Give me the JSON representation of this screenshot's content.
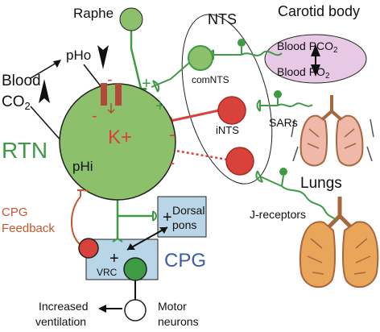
{
  "labels": {
    "raphe": "Raphe",
    "nts": "NTS",
    "carotid_body": "Carotid body",
    "blood_pco2_prefix": "Blood PCO",
    "blood_po2_prefix": "Blood PO",
    "subscript_2": "2",
    "blood": "Blood",
    "co2_prefix": "CO",
    "pho": "pHo",
    "phi": "pHi",
    "k_plus": "K+",
    "rtn": "RTN",
    "comnts": "comNTS",
    "ints": "iNTS",
    "sars": "SARs",
    "lungs": "Lungs",
    "j_receptors": "J-receptors",
    "cpg_feedback_line1": "CPG",
    "cpg_feedback_line2": "Feedback",
    "dorsal_pons_line1": "Dorsal",
    "dorsal_pons_line2": "pons",
    "cpg": "CPG",
    "vrc": "VRC",
    "increased_ventilation_line1": "Increased",
    "increased_ventilation_line2": "ventilation",
    "motor_neurons_line1": "Motor",
    "motor_neurons_line2": "neurons"
  },
  "signs": {
    "plus": "+",
    "minus": "-"
  },
  "colors": {
    "neuron_green": "#8cc06a",
    "neuron_green_dark": "#3f9a45",
    "axon_green": "#3f9a45",
    "neuron_red": "#d9423a",
    "channel_red": "#b24a3c",
    "feedback_orange": "#c8552e",
    "cpg_box": "#b9d6e8",
    "cpg_text": "#3d5aa8",
    "carotid_fill": "#e7c9e5",
    "lung_brown": "#a8663c",
    "lung_pink": "#f0b8a8",
    "lung_orange": "#e9a55a"
  }
}
